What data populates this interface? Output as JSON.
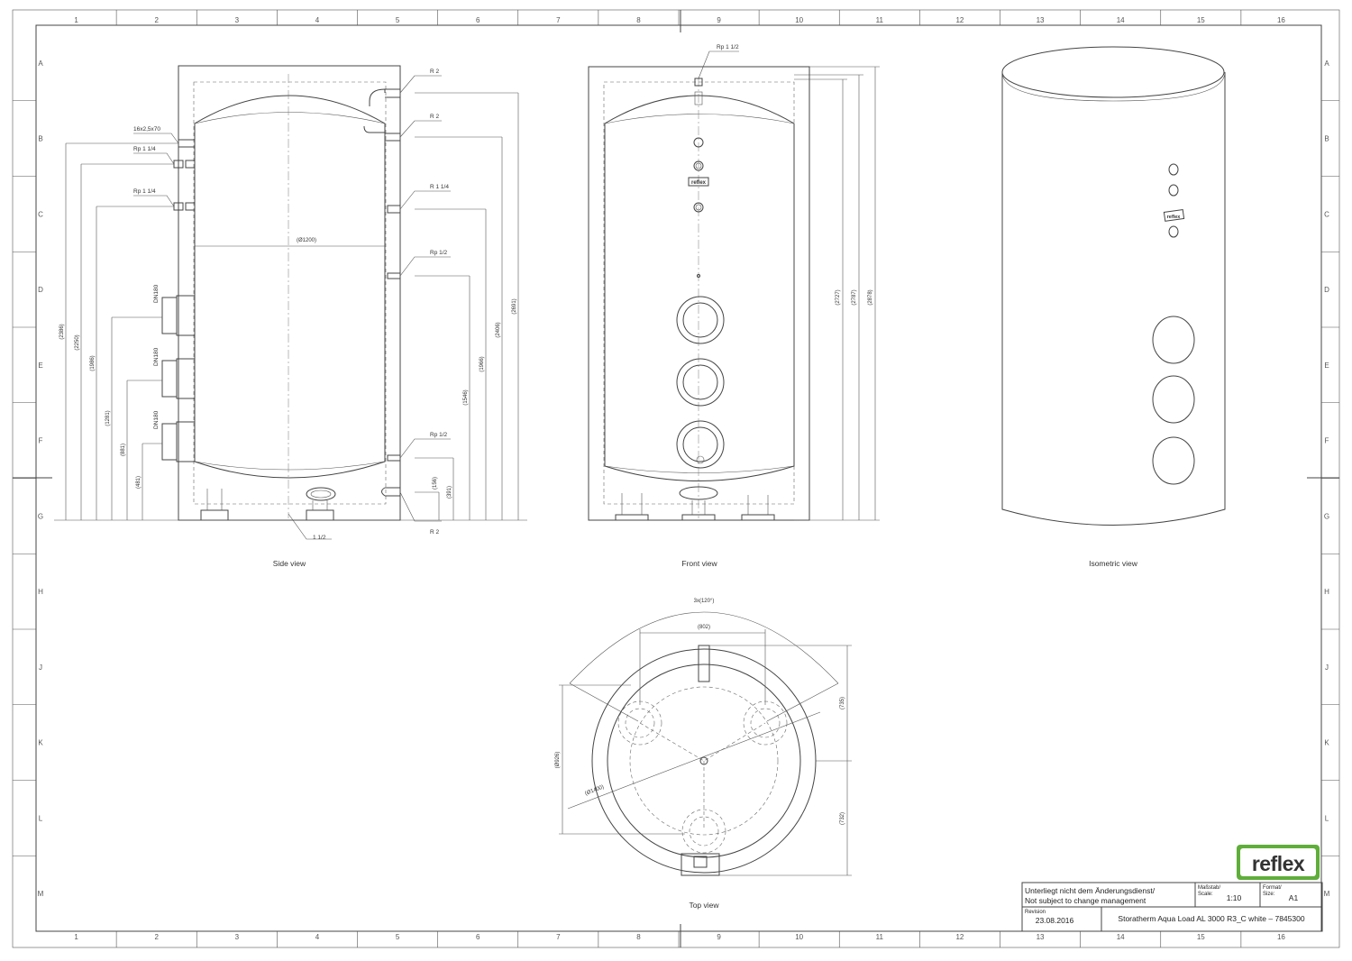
{
  "grid": {
    "columns": [
      "1",
      "2",
      "3",
      "4",
      "5",
      "6",
      "7",
      "8",
      "9",
      "10",
      "11",
      "12",
      "13",
      "14",
      "15",
      "16"
    ],
    "rows": [
      "A",
      "B",
      "C",
      "D",
      "E",
      "F",
      "G",
      "H",
      "J",
      "K",
      "L",
      "M"
    ]
  },
  "views": {
    "side": "Side view",
    "front": "Front view",
    "isometric": "Isometric view",
    "top": "Top view"
  },
  "side_view": {
    "connections": [
      "R 2",
      "R 2",
      "R 1 1/4",
      "Rp 1/2",
      "Rp 1/2",
      "R 2",
      "1 1/2"
    ],
    "left_connections": [
      "16x2,5x70",
      "Rp 1 1/4",
      "Rp 1 1/4"
    ],
    "flanges": [
      "DN180",
      "DN180",
      "DN180"
    ],
    "diameter": "(Ø1200)",
    "left_dims": [
      "(2386)",
      "(2250)",
      "(1986)",
      "(1281)",
      "(881)",
      "(481)"
    ],
    "right_dims": [
      "(2691)",
      "(2406)",
      "(1966)",
      "(1546)",
      "(391)",
      "(156)"
    ]
  },
  "front_view": {
    "connection": "Rp 1 1/2",
    "dims": [
      "(2727)",
      "(2787)",
      "(2878)"
    ],
    "badge": "reflex"
  },
  "isometric_view": {
    "badge": "reflex"
  },
  "top_view": {
    "angle": "3x(120°)",
    "spacing": "(802)",
    "pitch_diameter": "(Ø926)",
    "outer_diameter": "(Ø1400)",
    "dims": [
      "(735)",
      "(732)"
    ]
  },
  "title_block": {
    "notice_de": "Unterliegt nicht dem Änderungsdienst/",
    "notice_en": "Not subject to change management",
    "scale_label_de": "Maßstab/",
    "scale_label_en": "Scale:",
    "scale": "1:10",
    "format_label_de": "Format/",
    "format_label_en": "Size:",
    "format": "A1",
    "revision_label": "Revision",
    "revision": "23.08.2016",
    "title": "Storatherm Aqua Load AL 3000 R3_C white – 7845300"
  },
  "logo": {
    "text": "reflex",
    "color": "#5fae3a"
  }
}
